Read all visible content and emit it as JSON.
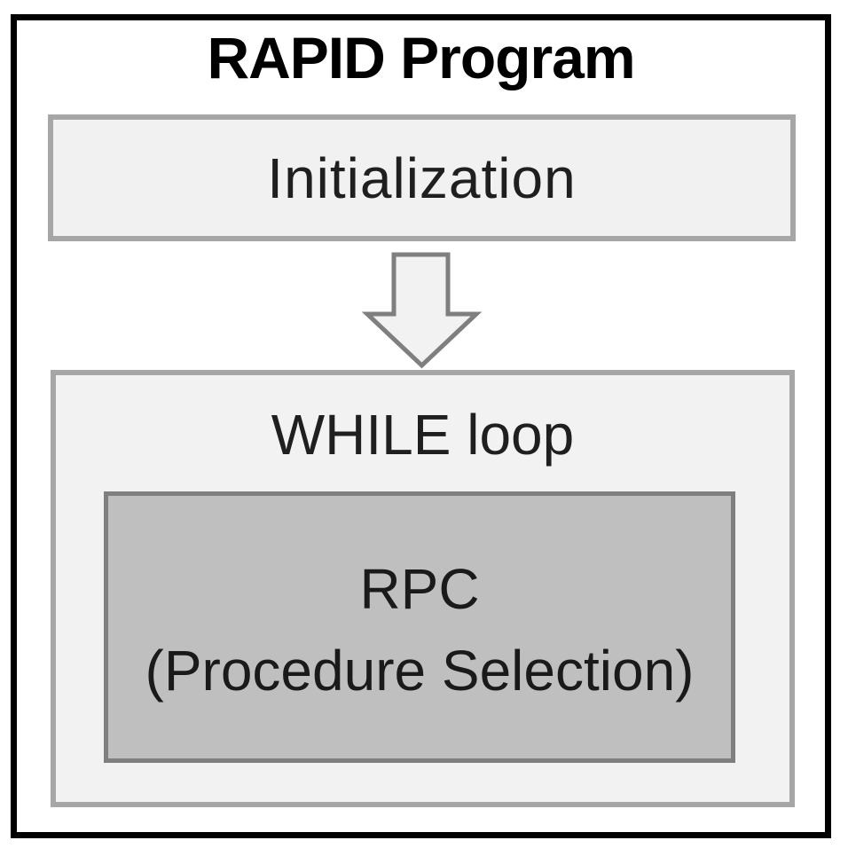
{
  "diagram": {
    "title": "RAPID Program",
    "blocks": {
      "initialization": {
        "label": "Initialization"
      },
      "while_loop": {
        "label": "WHILE loop"
      },
      "rpc": {
        "line1": "RPC",
        "line2": "(Procedure Selection)"
      }
    },
    "arrow": {
      "meaning": "flow-down-arrow"
    },
    "colors": {
      "frame_border": "#000000",
      "light_box_fill": "#f2f2f2",
      "light_box_border": "#a6a6a6",
      "dark_box_fill": "#bfbfbf",
      "dark_box_border": "#7f7f7f",
      "arrow_fill": "#f2f2f2",
      "arrow_stroke": "#7f7f7f",
      "title_text": "#000000",
      "body_text": "#1f1f1f"
    }
  }
}
